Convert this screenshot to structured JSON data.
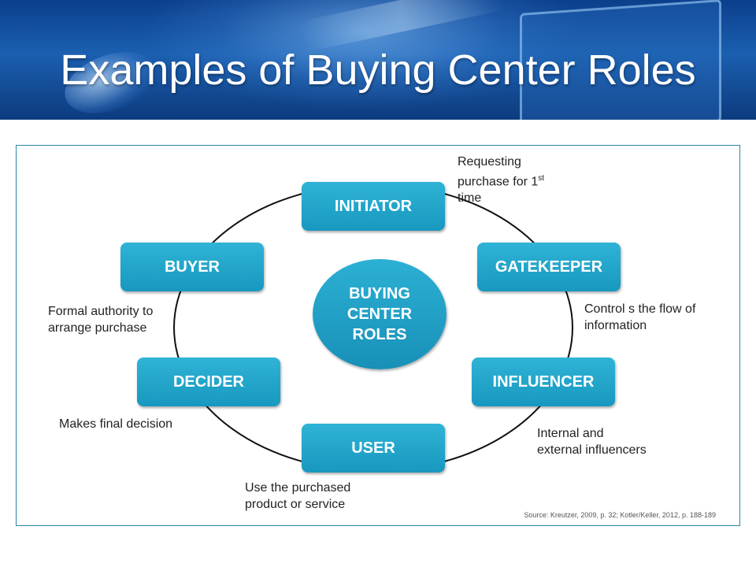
{
  "title": "Examples of Buying Center Roles",
  "center": {
    "line1": "BUYING",
    "line2": "CENTER",
    "line3": "ROLES"
  },
  "roles": {
    "initiator": "INITIATOR",
    "gatekeeper": "GATEKEEPER",
    "influencer": "INFLUENCER",
    "user": "USER",
    "decider": "DECIDER",
    "buyer": "BUYER"
  },
  "notes": {
    "initiator": {
      "line1": "Requesting",
      "line2": "purchase for 1",
      "sup": "st",
      "line3": "time"
    },
    "gatekeeper": {
      "line1": "Control s the flow of",
      "line2": "information"
    },
    "influencer": {
      "line1": "Internal and",
      "line2": "external influencers"
    },
    "user": {
      "line1": "Use the purchased",
      "line2": "product or service"
    },
    "decider": {
      "line1": "Makes final decision"
    },
    "buyer": {
      "line1": "Formal authority to",
      "line2": "arrange purchase"
    }
  },
  "source": "Source: Kreutzer, 2009, p. 32; Kotler/Keller, 2012, p. 188-189",
  "colors": {
    "header": "#1b5fb0",
    "box": "#1fa3c9",
    "border": "#2b84a8"
  }
}
